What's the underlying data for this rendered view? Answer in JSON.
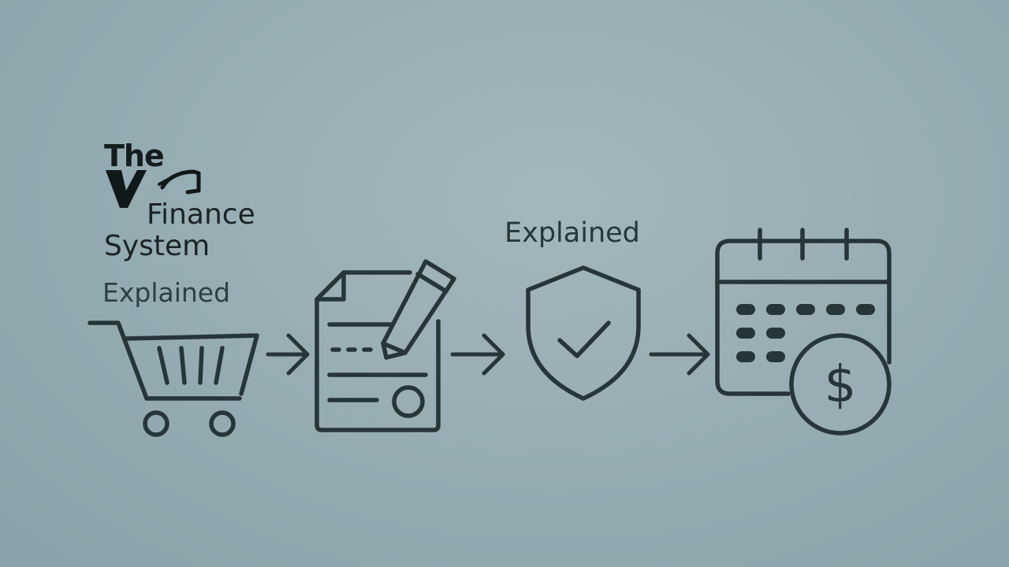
{
  "title": {
    "line1": "The",
    "line2": "Finance",
    "line3": "System"
  },
  "labels": {
    "left": "Explained",
    "middle": "Explained"
  },
  "flow": {
    "steps": [
      "shopping-cart",
      "signed-document",
      "shield-check",
      "calendar-dollar"
    ],
    "stroke_color": "#263539",
    "background_color": "#98adb4"
  },
  "icons": {
    "currency_symbol": "$"
  }
}
